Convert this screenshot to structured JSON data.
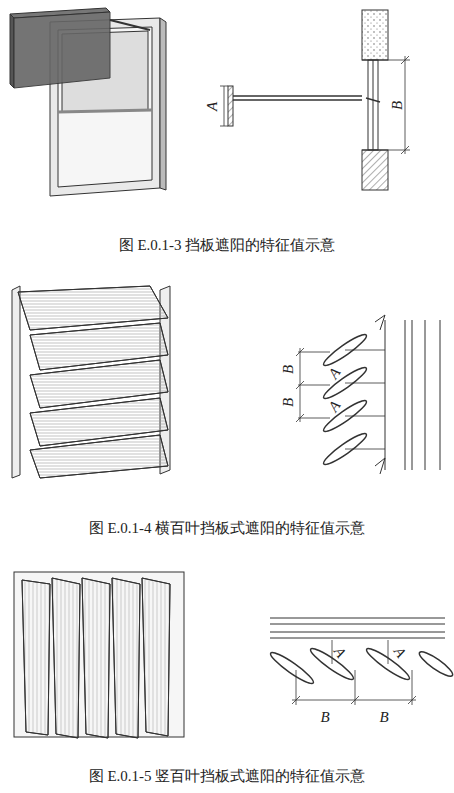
{
  "diagram": {
    "labels": [
      "A",
      "B",
      "图 E.0.1-3 挡板遮阳的特征值示意",
      "B",
      "B",
      "A",
      "A",
      "图 E.0.1-4 横百叶挡板式遮阳的特征值示意",
      "A",
      "A",
      "B",
      "B",
      "图 E.0.1-5 竖百叶挡板式遮阳的特征值示意"
    ]
  }
}
